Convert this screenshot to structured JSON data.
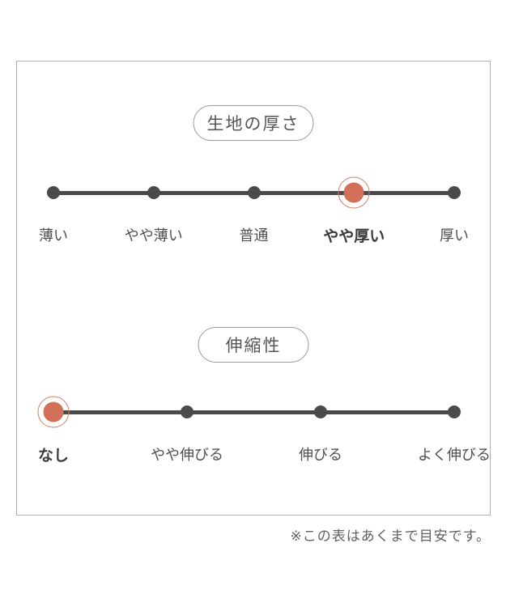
{
  "colors": {
    "accent": "#d2705a",
    "ring": "#cf8265",
    "line": "#4a4a4a",
    "frame_border": "#b0b0b0"
  },
  "scales": [
    {
      "title": "生地の厚さ",
      "options": [
        "薄い",
        "やや薄い",
        "普通",
        "やや厚い",
        "厚い"
      ],
      "selected_index": 3,
      "selected_label": "やや厚い"
    },
    {
      "title": "伸縮性",
      "options": [
        "なし",
        "やや伸びる",
        "伸びる",
        "よく伸びる"
      ],
      "selected_index": 0,
      "selected_label": "なし"
    }
  ],
  "footnote": "※この表はあくまで目安です。"
}
